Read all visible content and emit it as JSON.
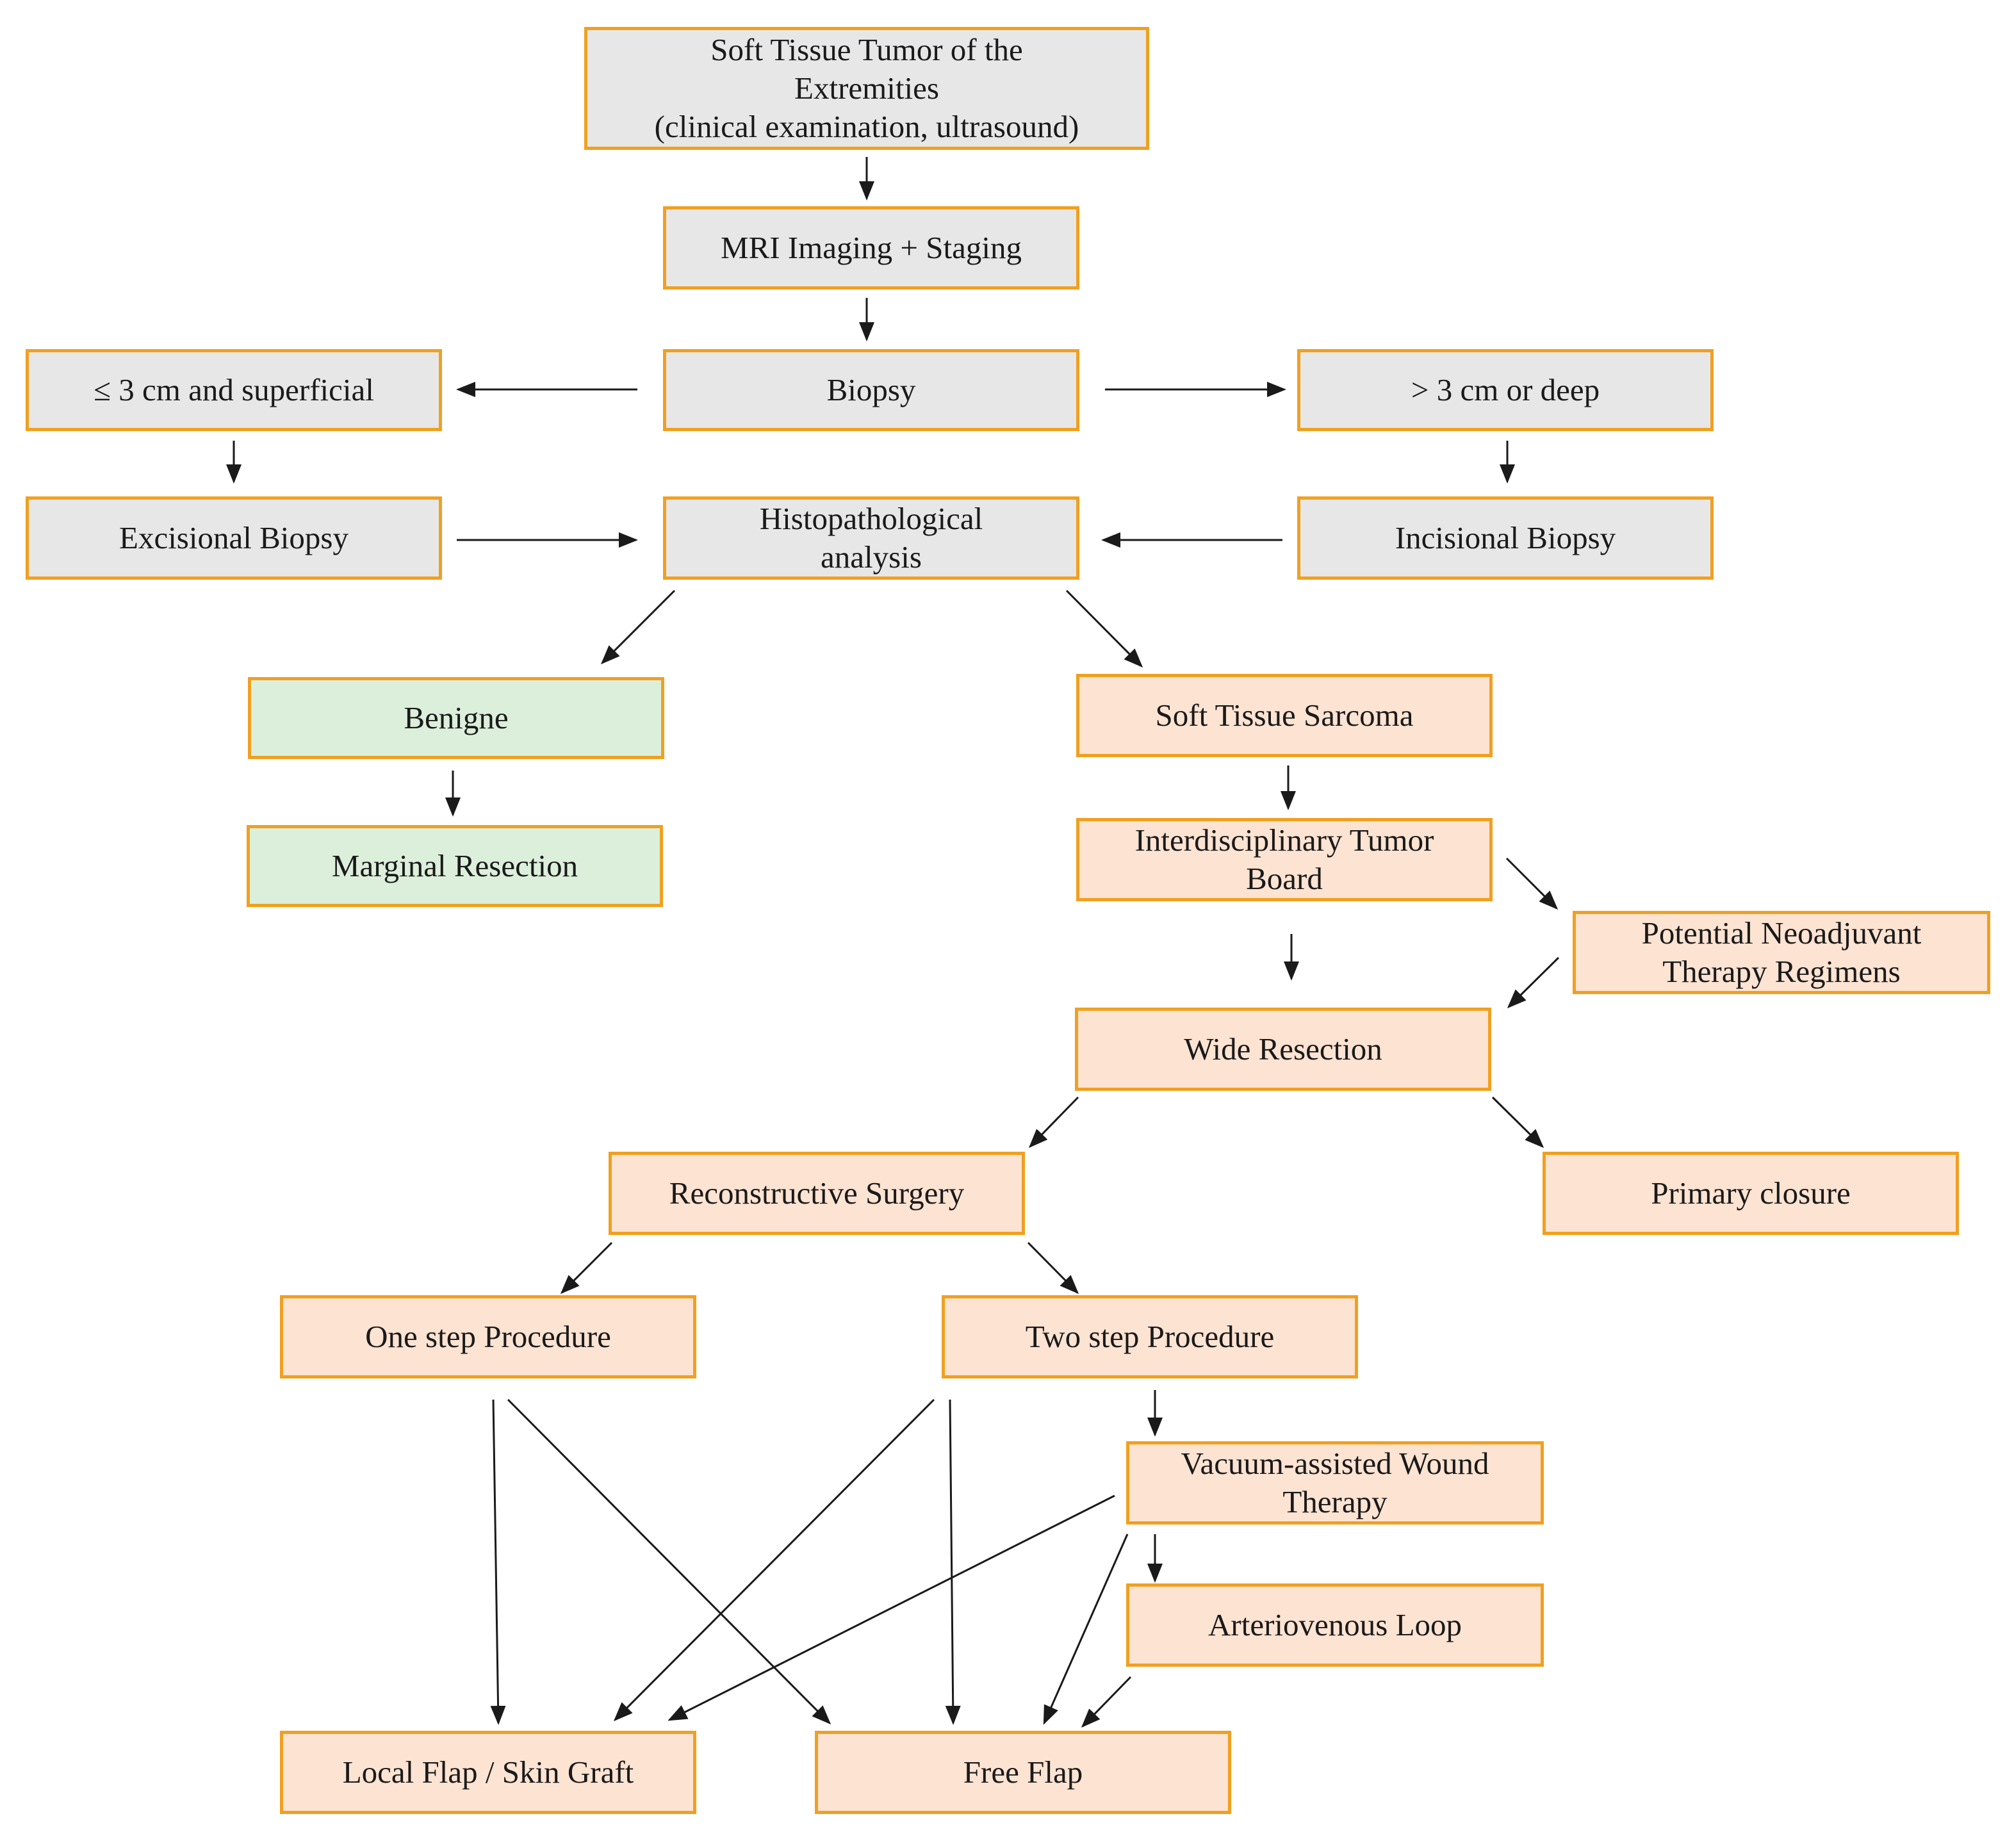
{
  "colors": {
    "border": "#f0a020",
    "grey_fill": "#e7e7e7",
    "green_fill": "#dcefdb",
    "orange_fill": "#fde3d2",
    "arrow": "#1a1a1a"
  },
  "nodes": {
    "tumor": "Soft Tissue Tumor of the\nExtremities\n(clinical examination, ultrasound)",
    "mri": "MRI Imaging + Staging",
    "biopsy": "Biopsy",
    "small_superficial": "≤ 3 cm  and superficial",
    "large_deep": "> 3 cm or deep",
    "excisional": "Excisional Biopsy",
    "histo": "Histopathological\nanalysis",
    "incisional": "Incisional Biopsy",
    "benigne": "Benigne",
    "marginal": "Marginal Resection",
    "sarcoma": "Soft Tissue Sarcoma",
    "board": "Interdisciplinary Tumor\nBoard",
    "neoadjuvant": "Potential Neoadjuvant\nTherapy Regimens",
    "wide": "Wide Resection",
    "reconstructive": "Reconstructive Surgery",
    "primary": "Primary closure",
    "one_step": "One step Procedure",
    "two_step": "Two step Procedure",
    "vacuum": "Vacuum-assisted Wound\nTherapy",
    "av_loop": "Arteriovenous Loop",
    "local_flap": "Local Flap / Skin Graft",
    "free_flap": "Free Flap"
  }
}
